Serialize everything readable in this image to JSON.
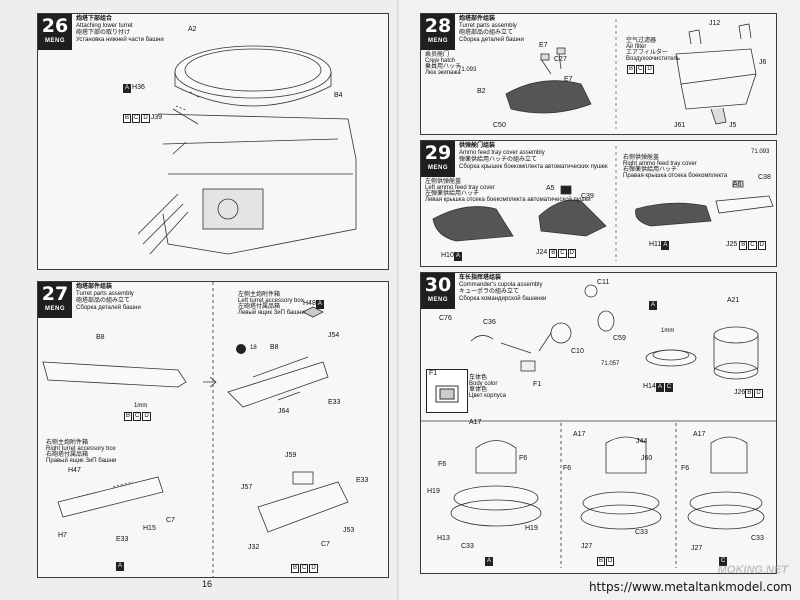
{
  "step26": {
    "number": "26",
    "brand": "MENG",
    "title_cn": "炮塔下部组合",
    "title_en": "Attaching lower turret",
    "title_jp": "砲塔下部の取り付け",
    "title_ru": "Установка нижней части башни",
    "labels": {
      "a2": "A2",
      "h36": "H36",
      "j39": "J39",
      "b4": "B4",
      "box_a": "A",
      "box_b": "B",
      "box_c": "C",
      "box_d": "D"
    }
  },
  "step27": {
    "number": "27",
    "brand": "MENG",
    "title_cn": "炮塔部件组装",
    "title_en": "Turret parts assembly",
    "title_jp": "砲塔部品の組み立て",
    "title_ru": "Сборка деталей башни",
    "labels": {
      "b8": "B8",
      "b8b": "B8",
      "w18": "18",
      "h48": "H48",
      "j54": "J54",
      "e33": "E33",
      "j64": "J64",
      "h47": "H47",
      "h7": "H7",
      "h15": "H15",
      "c7": "C7",
      "e33b": "E33",
      "j59": "J59",
      "j57": "J57",
      "e33c": "E33",
      "j32": "J32",
      "c7b": "C7",
      "j53": "J53",
      "mm": "1mm",
      "box_a": "A",
      "box_b": "B",
      "box_c": "C",
      "box_d": "D"
    },
    "sub_left": {
      "cn": "左侧主炮附件箱",
      "en": "Left turret accessory box",
      "jp": "左砲塔付属品箱",
      "ru": "Левый ящик ЗиП башни"
    },
    "sub_right": {
      "cn": "右侧主炮附件箱",
      "en": "Right turret accessory box",
      "jp": "右砲塔付属品箱",
      "ru": "Правый ящик ЗиП башни"
    }
  },
  "step28": {
    "number": "28",
    "brand": "MENG",
    "title_cn": "炮塔部件组装",
    "title_en": "Turret parts assembly",
    "title_jp": "砲塔部品の組み立て",
    "title_ru": "Сборка деталей башни",
    "labels": {
      "e7": "E7",
      "c27": "C27",
      "e7b": "E7",
      "b2": "B2",
      "c50": "C50",
      "j12": "J12",
      "j6": "J6",
      "j61": "J61",
      "j5": "J5",
      "color": "71.093",
      "box_b": "B",
      "box_c": "C",
      "box_d": "D"
    },
    "crew_hatch": {
      "cn": "乘员舱门",
      "en": "Crew hatch",
      "jp": "乗員用ハッチ",
      "ru": "Люк экипажа"
    },
    "air_filter": {
      "cn": "空气过滤器",
      "en": "Air filter",
      "jp": "エアフィルター",
      "ru": "Воздухоочиститель"
    }
  },
  "step29": {
    "number": "29",
    "brand": "MENG",
    "title_cn": "供弹舱门组装",
    "title_en": "Ammo feed tray cover assembly",
    "title_jp": "弾薬供給用ハッチの組み立て",
    "title_ru": "Сборка крышек боекомплекта автоматических пушек",
    "labels": {
      "a5": "A5",
      "c39": "C39",
      "h10": "H10",
      "j24": "J24",
      "h11": "H11",
      "a6": "A6",
      "c38": "C38",
      "j25": "J25",
      "color": "71.093",
      "box_a": "A",
      "box_b": "B",
      "box_c": "C",
      "box_d": "D"
    },
    "sub_left": {
      "cn": "左侧供弹舱盖",
      "en": "Left ammo feed tray cover",
      "jp": "左弾薬供給用ハッチ",
      "ru": "Левая крышка отсека боекомплекта автоматической пушки"
    },
    "sub_right": {
      "cn": "右侧供弹舱盖",
      "en": "Right ammo feed tray cover",
      "jp": "右弾薬供給用ハッチ",
      "ru": "Правая крышка отсека боекомплекта"
    }
  },
  "step30": {
    "number": "30",
    "brand": "MENG",
    "title_cn": "车长指挥塔组装",
    "title_en": "Commander's cupola assembly",
    "title_jp": "キューポラの組み立て",
    "title_ru": "Сборка командирской башенки",
    "labels": {
      "c11": "C11",
      "c76": "C76",
      "c36": "C36",
      "c59": "C59",
      "c10": "C10",
      "f1": "F1",
      "a21": "A21",
      "h14": "H14",
      "j26": "J26",
      "mm": "1mm",
      "color": "71.057",
      "f1box": "F1",
      "a17a": "A17",
      "f6a": "F6",
      "f6b": "F6",
      "h19a": "H19",
      "h19b": "H19",
      "h13": "H13",
      "c33a": "C33",
      "a17b": "A17",
      "j44": "J44",
      "j60": "J60",
      "f6c": "F6",
      "j27a": "J27",
      "c33b": "C33",
      "a17c": "A17",
      "f6d": "F6",
      "j27b": "J27",
      "c33c": "C33",
      "box_a": "A",
      "box_b": "B",
      "box_c": "C",
      "box_d": "D"
    },
    "body_color": {
      "cn": "车体色",
      "en": "Body color",
      "jp": "車体色",
      "ru": "Цвет корпуса"
    }
  },
  "footer": {
    "page_number": "16",
    "website": "https://www.metaltankmodel.com",
    "watermark": "MOKING.NET"
  },
  "colors": {
    "badge": "#1f1f1f",
    "paper": "#eeeeec",
    "part_dark": "#555555",
    "border": "#3a3a3a"
  }
}
